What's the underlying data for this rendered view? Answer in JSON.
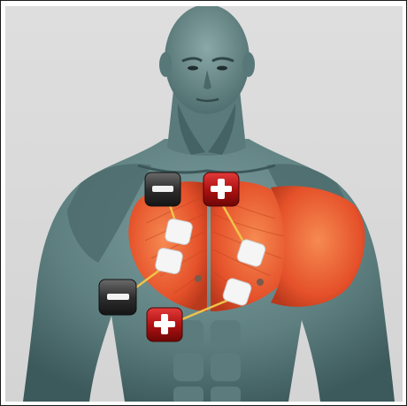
{
  "figure": {
    "subject": "male-torso-anatomy",
    "muscle_group": "pectoralis",
    "electrode_count": 4,
    "connector_count": 4
  },
  "connectors": [
    {
      "polarity": "negative",
      "symbol": "−",
      "color": "#2f2f2f",
      "wire_color": "#f0c24a",
      "electrode": "upper-left-1"
    },
    {
      "polarity": "positive",
      "symbol": "+",
      "color": "#b51515",
      "wire_color": "#f0c24a",
      "electrode": "upper-left-2"
    },
    {
      "polarity": "negative",
      "symbol": "−",
      "color": "#2f2f2f",
      "wire_color": "#f0c24a",
      "electrode": "lower-left-1"
    },
    {
      "polarity": "positive",
      "symbol": "+",
      "color": "#b51515",
      "wire_color": "#f0c24a",
      "electrode": "lower-left-2"
    }
  ],
  "colors": {
    "background": "#dcdcdc",
    "skin": "#5e7f80",
    "skin_shadow": "#3f5c5e",
    "muscle": "#e8562c",
    "muscle_highlight": "#f58a52",
    "electrode_pad": "#f3f3f3",
    "negative_badge": "#2f2f2f",
    "positive_badge": "#b51515"
  }
}
